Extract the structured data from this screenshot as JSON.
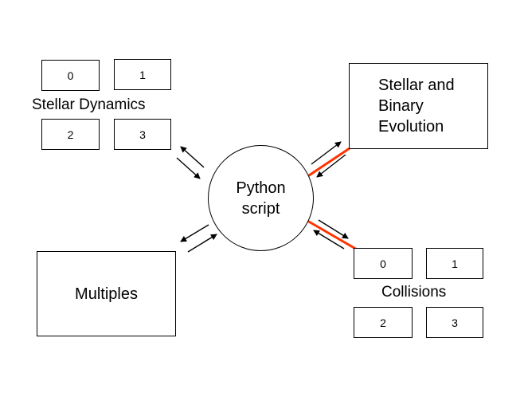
{
  "diagram": {
    "center": {
      "line1": "Python",
      "line2": "script"
    },
    "stellar_dynamics": {
      "title": "Stellar Dynamics",
      "nodes": [
        "0",
        "1",
        "2",
        "3"
      ]
    },
    "stellar_evolution": {
      "line1": "Stellar and",
      "line2": "Binary",
      "line3": "Evolution"
    },
    "multiples": {
      "label": "Multiples"
    },
    "collisions": {
      "title": "Collisions",
      "nodes": [
        "0",
        "1",
        "2",
        "3"
      ]
    },
    "colors": {
      "highlight_arrow": "#ff3300",
      "line": "#000000"
    }
  }
}
